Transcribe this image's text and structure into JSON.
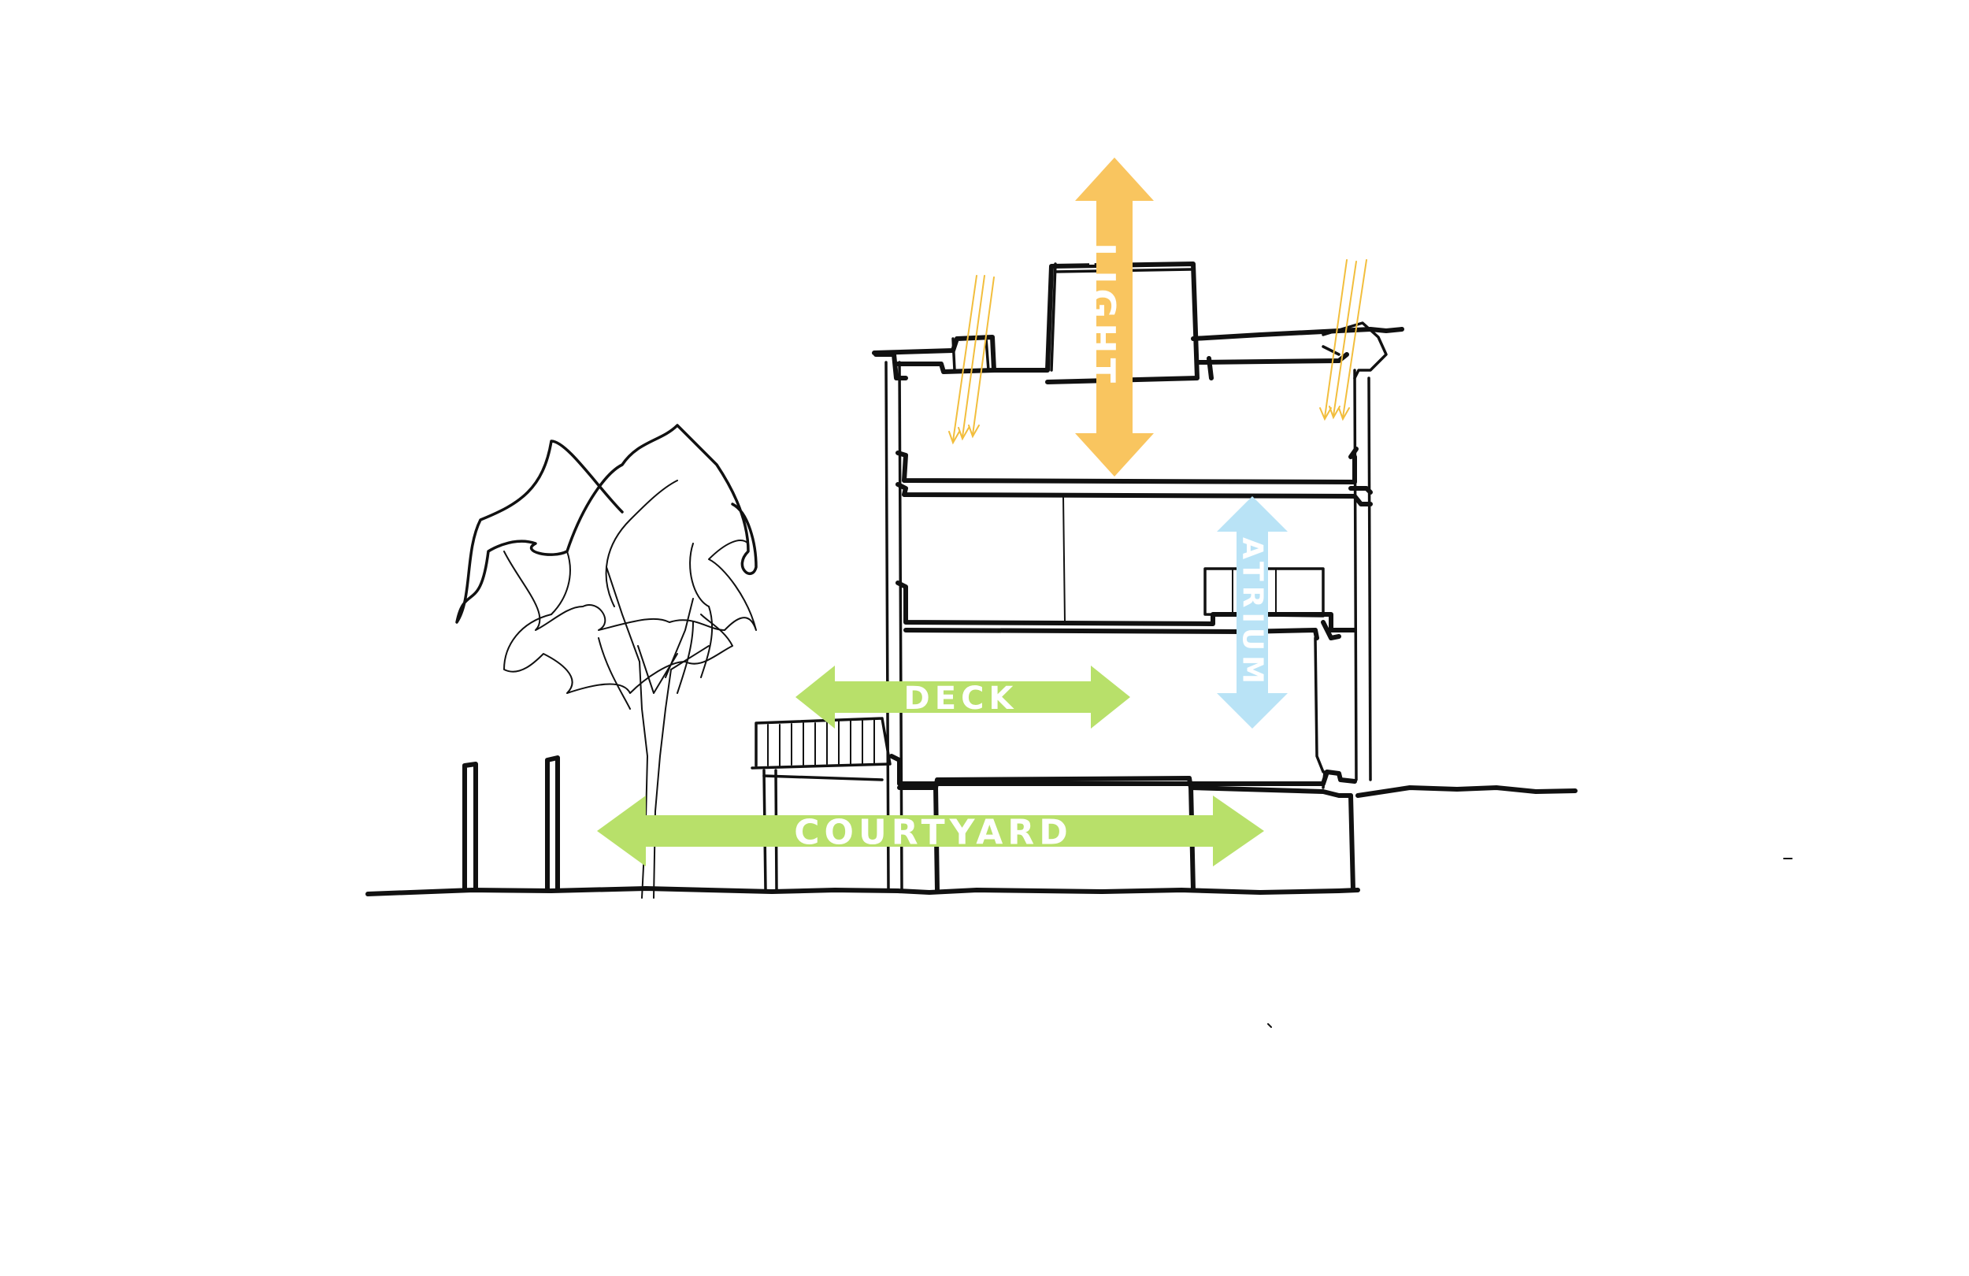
{
  "labels": {
    "light": "LIGHT",
    "atrium": "ATRIUM",
    "deck": "DECK",
    "courtyard": "COURTYARD"
  },
  "colors": {
    "light": "#F9C55F",
    "atrium": "#B9E3F6",
    "deck": "#B8E06A",
    "courtyard": "#B8E06A",
    "sun_rays": "#F2BE3D",
    "ink": "#111111"
  },
  "icons": {
    "tree": "tree-icon",
    "sun_rays": "sun-rays-icon"
  }
}
